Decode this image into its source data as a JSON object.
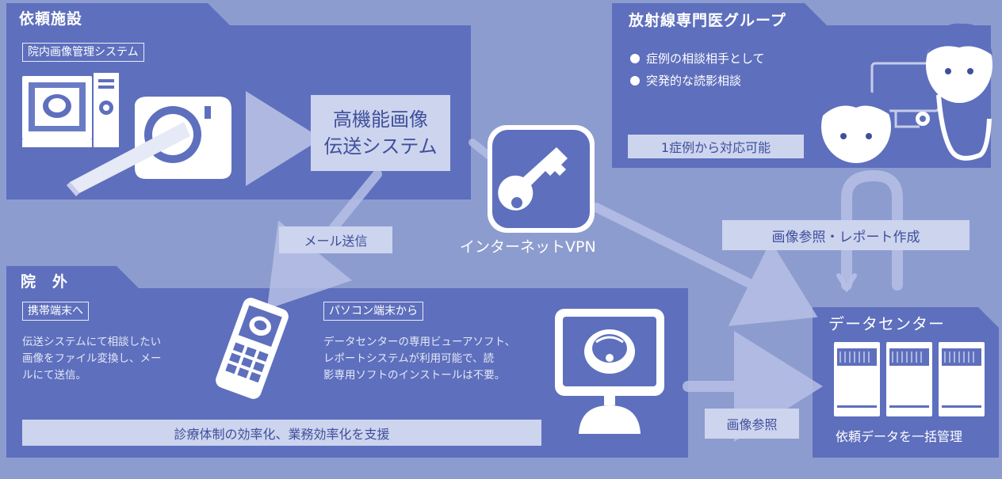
{
  "referring_facility": {
    "title": "依頼施設",
    "system_label": "院内画像管理システム",
    "transfer_system_line1": "高機能画像",
    "transfer_system_line2": "伝送システム"
  },
  "specialist_group": {
    "title": "放射線専門医グループ",
    "bullets": [
      "症例の相談相手として",
      "突発的な読影相談"
    ],
    "note": "1症例から対応可能"
  },
  "vpn": {
    "label": "インターネットVPN",
    "icon": "key-icon"
  },
  "outside": {
    "title": "院　外",
    "mobile": {
      "label": "携帯端末へ",
      "text_lines": [
        "伝送システムにて相談したい",
        "画像をファイル変換し、メー",
        "ルにて送信。"
      ]
    },
    "pc": {
      "label": "パソコン端末から",
      "text_lines": [
        "データセンターの専用ビューアソフト、",
        "レポートシステムが利用可能で、読",
        "影専用ソフトのインストールは不要。"
      ]
    },
    "banner": "診療体制の効率化、業務効率化を支援"
  },
  "flows": {
    "mail_send": "メール送信",
    "image_reference_report": "画像参照・レポート作成",
    "image_reference": "画像参照"
  },
  "data_center": {
    "title": "データセンター",
    "caption": "依頼データを一括管理"
  },
  "colors": {
    "background": "#8d9ccf",
    "panel": "#5e6fbd",
    "light_box": "#cdd4ee",
    "light_text": "#3f4f9b",
    "arrow": "#b7c0e6"
  }
}
